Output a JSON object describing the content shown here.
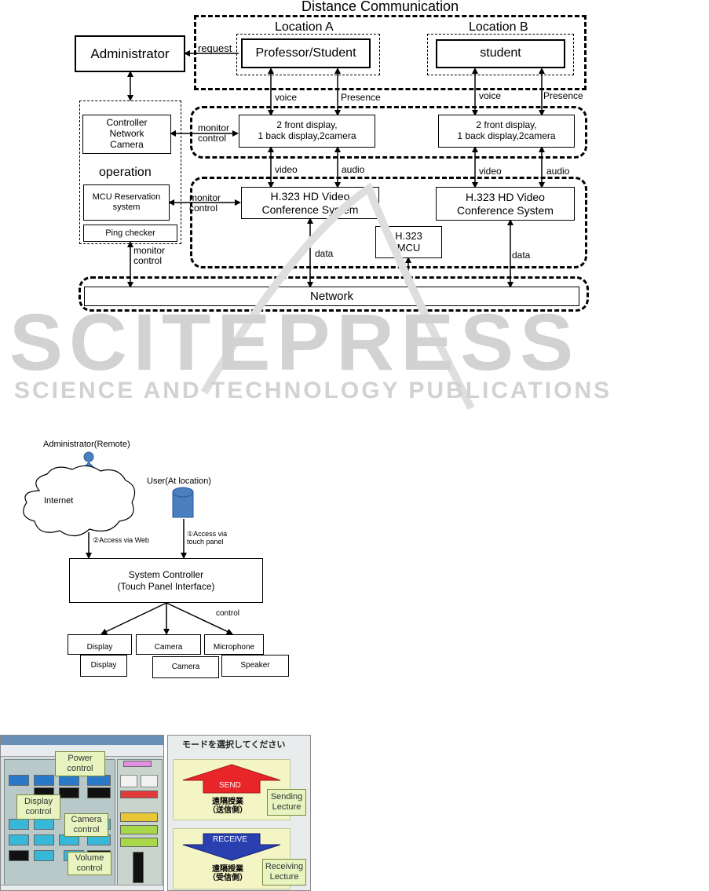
{
  "fig1": {
    "title": "Distance Communication",
    "location_a": "Location A",
    "location_b": "Location B",
    "administrator": "Administrator",
    "request": "request",
    "professor_student": "Professor/Student",
    "student": "student",
    "voice_a": "voice",
    "presence_a": "Presence",
    "voice_b": "voice",
    "presence_b": "Presence",
    "controller_l1": "Controller",
    "controller_l2": "Network",
    "controller_l3": "Camera",
    "operation": "operation",
    "mcu_res_l1": "MCU Reservation",
    "mcu_res_l2": "system",
    "ping_checker": "Ping checker",
    "monitor_1": "monitor",
    "control_1": "control",
    "monitor_2": "monitor",
    "control_2": "control",
    "monitor_3": "monitor",
    "control_3": "control",
    "display_a_l1": "2 front display,",
    "display_a_l2": "1 back display,2camera",
    "display_b_l1": "2 front display,",
    "display_b_l2": "1 back display,2camera",
    "video_a": "video",
    "audio_a": "audio",
    "video_b": "video",
    "audio_b": "audio",
    "vc_a_l1": "H.323 HD Video",
    "vc_a_l2": "Conference System",
    "vc_b_l1": "H.323 HD Video",
    "vc_b_l2": "Conference System",
    "mcu_l1": "H.323",
    "mcu_l2": "MCU",
    "data_a": "data",
    "data_b": "data",
    "network": "Network"
  },
  "watermark": {
    "big": "SCITEPRESS",
    "small": "SCIENCE AND TECHNOLOGY PUBLICATIONS"
  },
  "fig2": {
    "admin_remote": "Administrator(Remote)",
    "user_location": "User(At location)",
    "internet": "Internet",
    "access_web": "②Access via Web",
    "access_touch_l1": "①Access via",
    "access_touch_l2": "touch panel",
    "controller_l1": "System Controller",
    "controller_l2": "(Touch Panel Interface)",
    "control": "control",
    "display_back": "Display",
    "camera_back": "Camera",
    "microphone": "Microphone",
    "display_front": "Display",
    "camera_front": "Camera",
    "speaker": "Speaker"
  },
  "fig3": {
    "power_control_l1": "Power",
    "power_control_l2": "control",
    "display_control_l1": "Display",
    "display_control_l2": "control",
    "camera_control_l1": "Camera",
    "camera_control_l2": "control",
    "volume_control_l1": "Volume",
    "volume_control_l2": "control",
    "mode_title": "モードを選択してください",
    "send": "SEND",
    "send_jp_l1": "遠隔授業",
    "send_jp_l2": "（送信側）",
    "sending_l1": "Sending",
    "sending_l2": "Lecture",
    "receive": "RECEIVE",
    "receive_jp_l1": "遠隔授業",
    "receive_jp_l2": "（受信側）",
    "receiving_l1": "Receiving",
    "receiving_l2": "Lecture"
  },
  "colors": {
    "callout_bg": "#e8f3c0",
    "send_arrow": "#e8262a",
    "receive_arrow": "#2a3fb0",
    "user_icon": "#4a7fc0",
    "panel_bg": "#b9c9c9",
    "mode_bg": "#f3f5c4"
  }
}
